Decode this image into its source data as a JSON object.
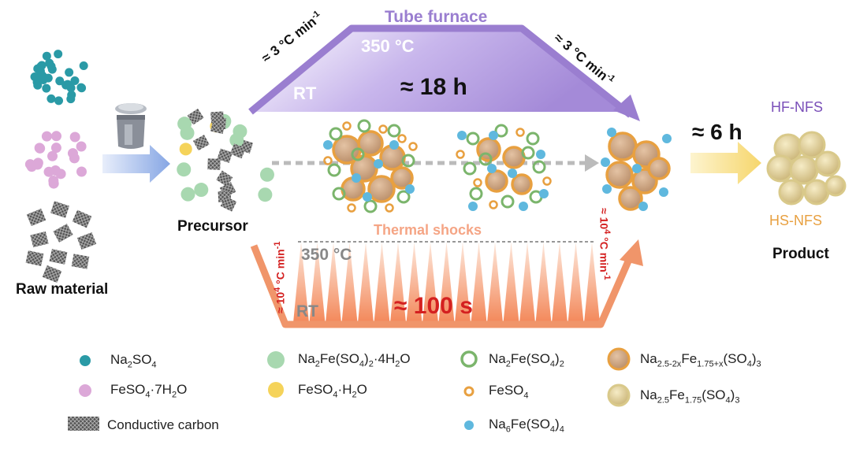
{
  "labels": {
    "tube_furnace": "Tube furnace",
    "top_temp": "350 °C",
    "top_rt": "RT",
    "top_time": "≈ 18 h",
    "ramp_left": "≈ 3 °C min",
    "ramp_left_sup": "-1",
    "ramp_right": "≈ 3 °C min",
    "ramp_right_sup": "-1",
    "precursor": "Precursor",
    "raw_material": "Raw material",
    "six_h": "≈ 6 h",
    "hf_nfs": "HF-NFS",
    "hs_nfs": "HS-NFS",
    "product": "Product",
    "thermal_shocks": "Thermal shocks",
    "bottom_temp": "350 °C",
    "bottom_rt": "RT",
    "bottom_time": "≈ 100 s",
    "shock_left": "≈ 10",
    "shock_left_sup": "4",
    "shock_left_unit": " °C min",
    "shock_left_unit_sup": "-1",
    "shock_right": "≈ 10",
    "shock_right_sup": "4",
    "shock_right_unit": " °C min",
    "shock_right_unit_sup": "-1"
  },
  "legend": {
    "na2so4": {
      "a": "Na",
      "s1": "2",
      "b": "SO",
      "s2": "4"
    },
    "feso4_7h2o": {
      "a": "FeSO",
      "s1": "4",
      "b": "·7H",
      "s2": "2",
      "c": "O"
    },
    "carbon": "Conductive carbon",
    "na2fe_so4_2_4h2o": {
      "a": "Na",
      "s1": "2",
      "b": "Fe(SO",
      "s2": "4",
      "c": ")",
      "s3": "2",
      "d": "·4H",
      "s4": "2",
      "e": "O"
    },
    "feso4_h2o": {
      "a": "FeSO",
      "s1": "4",
      "b": "·H",
      "s2": "2",
      "c": "O"
    },
    "na2fe_so4_2": {
      "a": "Na",
      "s1": "2",
      "b": "Fe(SO",
      "s2": "4",
      "c": ")",
      "s3": "2"
    },
    "feso4": {
      "a": "FeSO",
      "s1": "4"
    },
    "na6fe_so4_4": {
      "a": "Na",
      "s1": "6",
      "b": "Fe(SO",
      "s2": "4",
      "c": ")",
      "s3": "4"
    },
    "hs_formula": {
      "a": "Na",
      "s1": "2.5-2x",
      "b": "Fe",
      "s2": "1.75+x",
      "c": "(SO",
      "s3": "4",
      "d": ")",
      "s4": "3"
    },
    "hf_formula": {
      "a": "Na",
      "s1": "2.5",
      "b": "Fe",
      "s2": "1.75",
      "c": "(SO",
      "s3": "4",
      "d": ")",
      "s4": "3"
    }
  },
  "colors": {
    "teal": "#2a9aa6",
    "pink": "#dca8d8",
    "green": "#a8d8b0",
    "yellow": "#f5d35a",
    "blue_dot": "#5fb8de",
    "orange_ring": "#e8a040",
    "furnace": "#9a7ed0",
    "shock": "#f0956a",
    "shock_text": "#d42020"
  }
}
